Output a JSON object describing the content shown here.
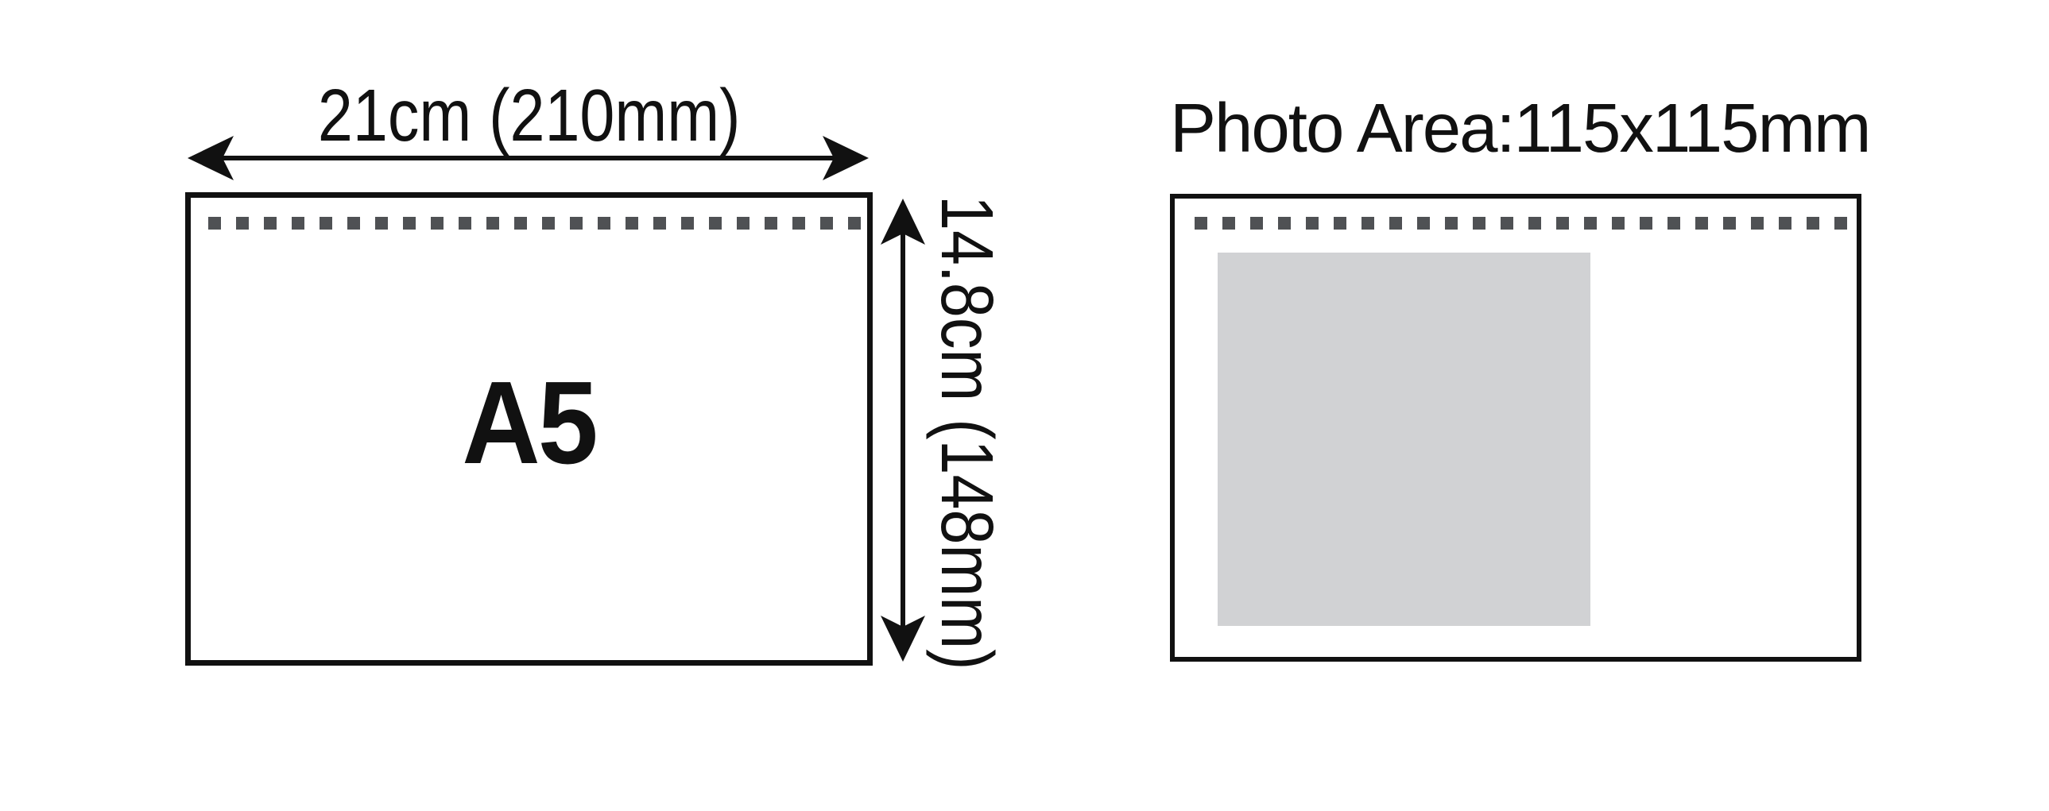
{
  "left_diagram": {
    "width_label": "21cm (210mm)",
    "paper_label": "A5",
    "height_label": "14.8cm (148mm)"
  },
  "right_diagram": {
    "title": "Photo Area:115x115mm"
  },
  "colors": {
    "line": "#111111",
    "perforation_dot": "#4f5154",
    "photo_area_fill": "#d1d2d4",
    "bg": "#ffffff"
  }
}
